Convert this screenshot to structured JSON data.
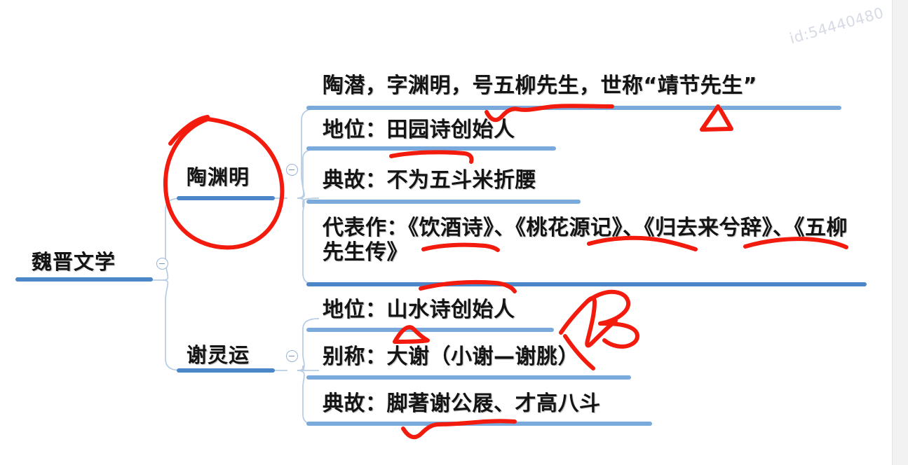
{
  "watermark": {
    "text": "id:54440480"
  },
  "colors": {
    "underline_primary": "#4a86c8",
    "underline_secondary": "#8fb4dc",
    "connector": "#b8cde4",
    "ink_red": "#f21b0d",
    "node_text": "#141414",
    "watermark": "#d6dbe6",
    "gutter": "#f2f2f2"
  },
  "mindmap": {
    "type": "mindmap",
    "root": {
      "label": "魏晋文学",
      "toggle": "collapse-toggle-minus",
      "children": [
        {
          "label": "陶渊明",
          "toggle": "collapse-toggle-minus",
          "highlighted": true,
          "children": [
            {
              "label": "陶潜，字渊明，号五柳先生，世称“靖节先生”"
            },
            {
              "label": "地位：田园诗创始人"
            },
            {
              "label": "典故：不为五斗米折腰"
            },
            {
              "label": "代表作：《饮酒诗》、《桃花源记》、《归去来兮辞》、《五柳先生传》"
            }
          ]
        },
        {
          "label": "谢灵运",
          "toggle": "collapse-toggle-minus",
          "highlighted": true,
          "children": [
            {
              "label": "地位：山水诗创始人"
            },
            {
              "label": "别称：大谢（小谢—谢朓）"
            },
            {
              "label": "典故：脚著谢公屐、才高八斗"
            }
          ]
        }
      ]
    }
  },
  "annotations": {
    "description": "手写红色批注",
    "items": [
      {
        "name": "circle-around-tao-yuanming"
      },
      {
        "name": "circle-around-xie-lingyun"
      },
      {
        "name": "squiggle-under-wuliu-xiansheng"
      },
      {
        "name": "caret-under-jingjie-xiansheng"
      },
      {
        "name": "underline-tianyuan-shi"
      },
      {
        "name": "underline-yinjiu-shi"
      },
      {
        "name": "underline-taohuayuan-ji"
      },
      {
        "name": "underline-guiqulaixi-ci"
      },
      {
        "name": "underline-shanshui-shi"
      },
      {
        "name": "caret-under-da-xie"
      },
      {
        "name": "handwritten-scribble-right"
      },
      {
        "name": "squiggle-under-caogao-badou"
      }
    ]
  }
}
